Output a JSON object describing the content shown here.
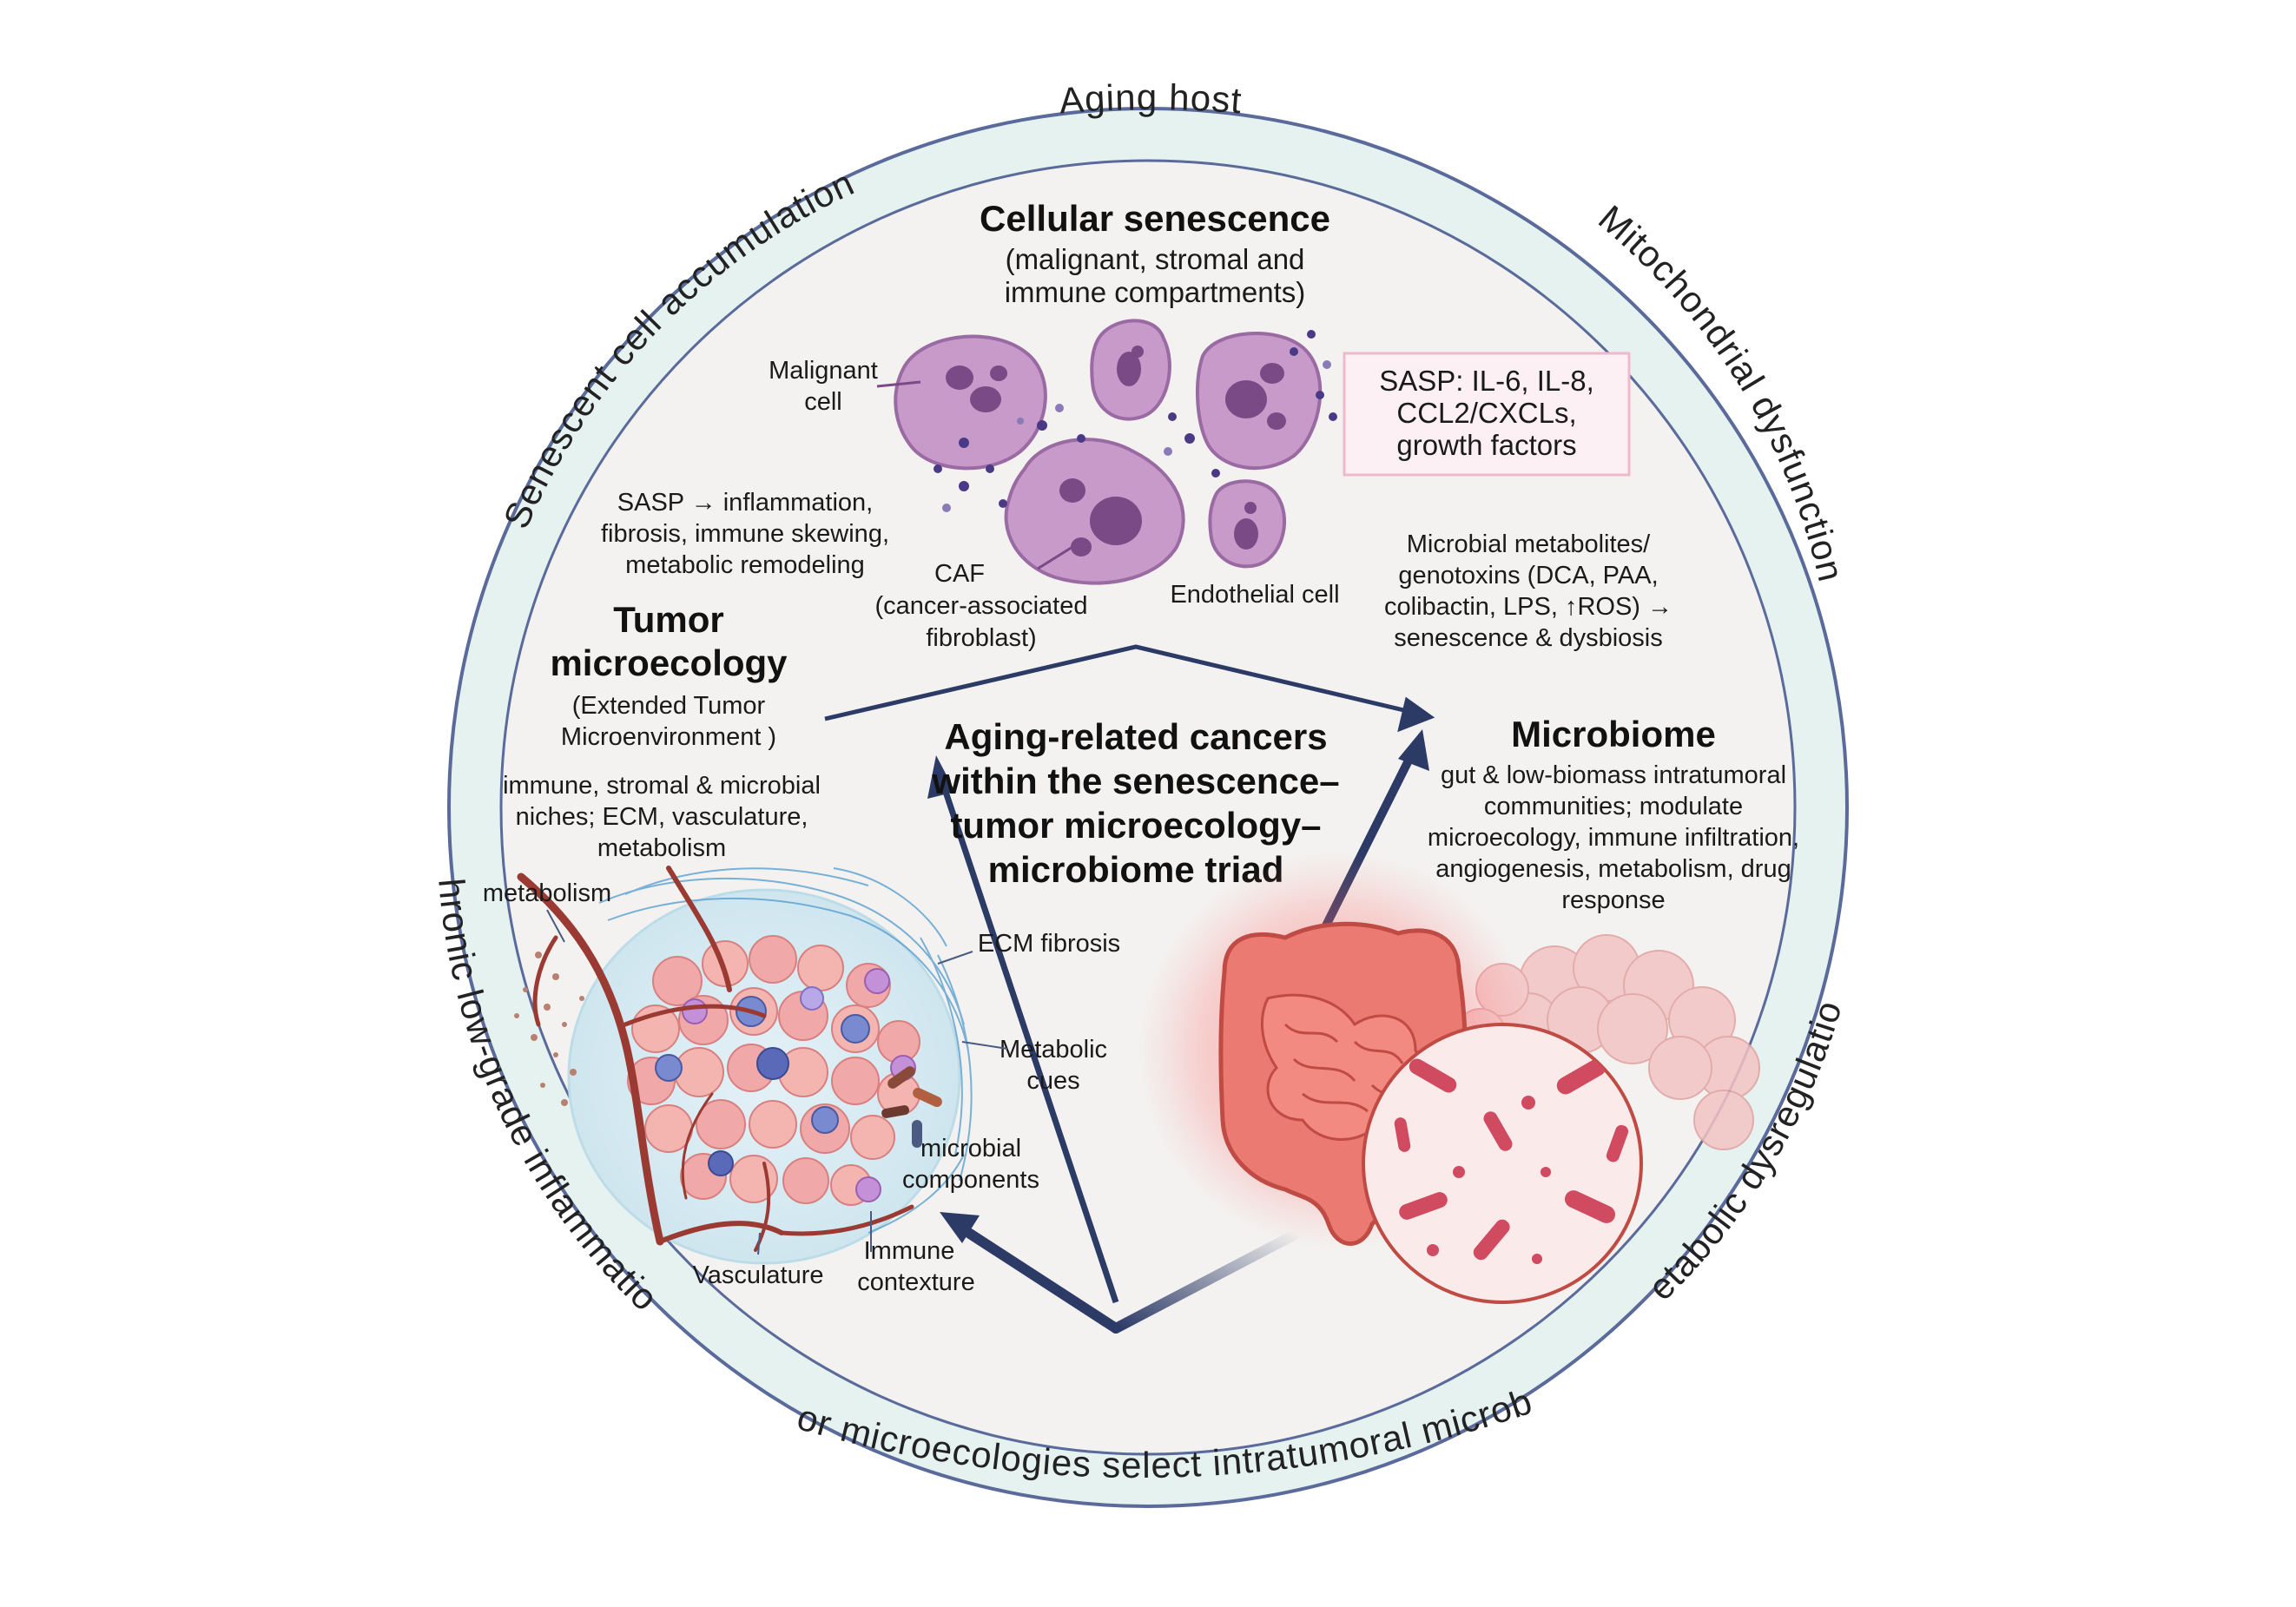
{
  "ring": {
    "top": "Aging host",
    "upper_left": "Senescent cell accumulation",
    "upper_right": "Mitochondrial dysfunction",
    "lower_left": "Chronic low-grade inflammation",
    "lower_right": "Metabolic dysregulation",
    "bottom": "Tumor microecologies select intratumoral microbiota"
  },
  "senescence": {
    "title": "Cellular senescence",
    "subtitle_1": "(malignant, stromal and",
    "subtitle_2": "immune compartments)",
    "label_malignant_1": "Malignant",
    "label_malignant_2": "cell",
    "label_caf_1": "CAF",
    "label_caf_2": "(cancer-associated",
    "label_caf_3": "fibroblast)",
    "label_endothelial": "Endothelial cell",
    "sasp_box_1": "SASP: IL-6, IL-8,",
    "sasp_box_2": "CCL2/CXCLs,",
    "sasp_box_3": "growth factors",
    "sasp_effects_1": "SASP → inflammation,",
    "sasp_effects_2": "fibrosis, immune skewing,",
    "sasp_effects_3": "metabolic remodeling"
  },
  "microbial_metabolites": {
    "line_1": "Microbial metabolites/",
    "line_2": "genotoxins (DCA, PAA,",
    "line_3": "colibactin, LPS, ↑ROS) →",
    "line_4": "senescence & dysbiosis"
  },
  "tumor": {
    "title_1": "Tumor",
    "title_2": "microecology",
    "subtitle_1": "(Extended Tumor",
    "subtitle_2": "Microenvironment )",
    "desc_1": "immune, stromal & microbial",
    "desc_2": "niches; ECM, vasculature,",
    "desc_3": "metabolism",
    "label_metabolism": "metabolism",
    "label_ecm": "ECM fibrosis",
    "label_metabolic_cues_1": "Metabolic",
    "label_metabolic_cues_2": "cues",
    "label_microbial_1": "microbial",
    "label_microbial_2": "components",
    "label_vasculature": "Vasculature",
    "label_immune_1": "Immune",
    "label_immune_2": "contexture"
  },
  "center": {
    "line_1": "Aging-related cancers",
    "line_2": "within the senescence–",
    "line_3": "tumor microecology–",
    "line_4": "microbiome triad"
  },
  "microbiome": {
    "title": "Microbiome",
    "desc_1": "gut & low-biomass intratumoral",
    "desc_2": "communities; modulate",
    "desc_3": "microecology, immune infiltration,",
    "desc_4": "angiogenesis, metabolism, drug",
    "desc_5": "response"
  },
  "colors": {
    "ring_fill": "#e6f2ef",
    "ring_stroke": "#4a5a8c",
    "inner_fill": "#f3f2f0",
    "arrow": "#2c3a66",
    "cell_fill": "#c79ac9",
    "cell_stroke": "#9a6aa3",
    "nucleus": "#7a4a86",
    "sasp_box_fill": "#fdf0f5",
    "sasp_box_stroke": "#f0b8cc",
    "gut": "#e2605a",
    "bacteria": "#d04a60",
    "tumor_cell": "#f0a8a8",
    "vessel": "#9a3a32",
    "ecm": "#5aa0d0"
  }
}
